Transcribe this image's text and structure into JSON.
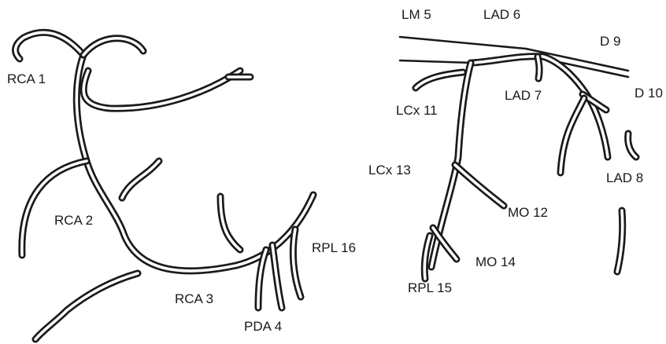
{
  "diagram": {
    "colors": {
      "vessel": "#1a1a1a",
      "background": "#ffffff"
    },
    "right_coronary": {
      "labels": [
        "RCA 1",
        "RCA 2",
        "RCA 3",
        "PDA 4",
        "RPL 16"
      ]
    },
    "left_coronary": {
      "labels": [
        "LM 5",
        "LAD 6",
        "D 9",
        "D 10",
        "LAD 7",
        "LCx 11",
        "LCx 13",
        "LAD 8",
        "MO 12",
        "MO 14",
        "RPL 15"
      ]
    }
  }
}
